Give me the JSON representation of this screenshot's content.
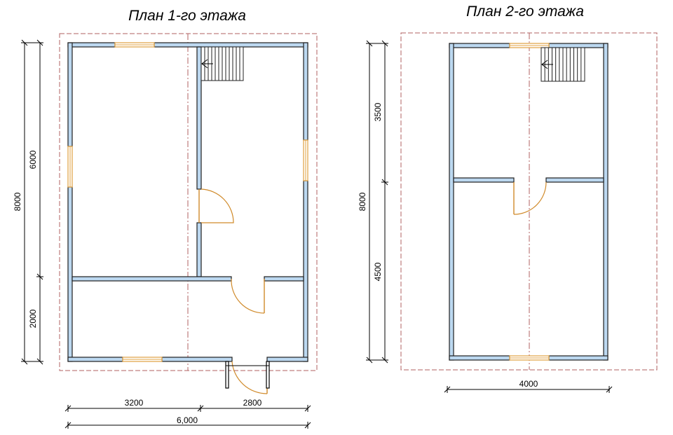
{
  "plan1": {
    "title": "План 1-го этажа",
    "dims_vertical": {
      "total": "8000",
      "upper": "6000",
      "lower": "2000"
    },
    "dims_horizontal": {
      "left": "3200",
      "right": "2800",
      "total": "6,000"
    }
  },
  "plan2": {
    "title": "План 2-го этажа",
    "dims_vertical": {
      "total": "8000",
      "upper": "3500",
      "lower": "4500"
    },
    "dims_horizontal": {
      "total": "4000"
    }
  },
  "colors": {
    "wall_fill": "#bcd8f0",
    "wall_stroke": "#202020",
    "window": "#e0a040",
    "door": "#d08a2a",
    "outline_dashed": "#b06060"
  }
}
